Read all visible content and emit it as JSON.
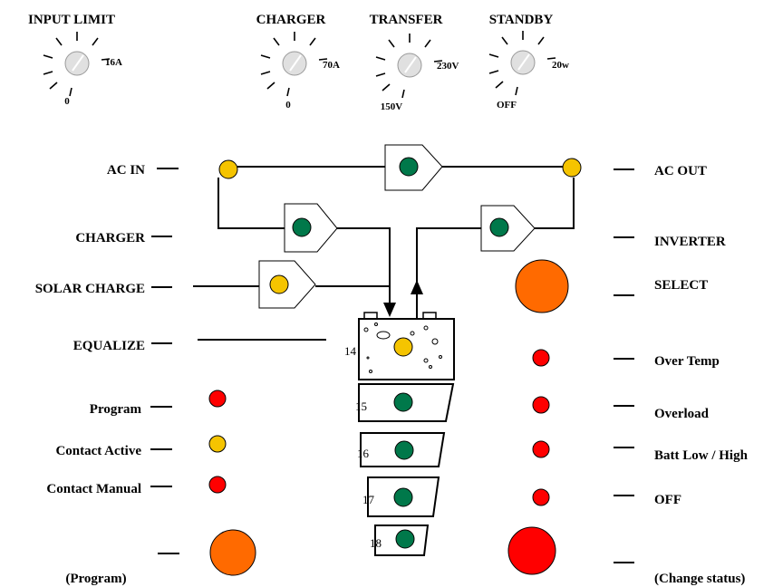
{
  "colors": {
    "green": "#00784a",
    "yellow": "#f5c400",
    "red": "#ff0000",
    "orange": "#ff6a00",
    "knob": "#e0e0e0"
  },
  "knobs": [
    {
      "title": "INPUT LIMIT",
      "max": "16A",
      "min": "0",
      "level": 0.6
    },
    {
      "title": "CHARGER",
      "max": "70A",
      "min": "0",
      "level": 0.6
    },
    {
      "title": "TRANSFER",
      "max": "230V",
      "min": "150V",
      "level": 0.6
    },
    {
      "title": "STANDBY",
      "max": "20w",
      "min": "OFF",
      "level": 0.6
    }
  ],
  "left_labels": {
    "ac_in": "AC IN",
    "charger": "CHARGER",
    "solar_charge": "SOLAR CHARGE",
    "equalize": "EQUALIZE",
    "program": "Program",
    "contact_active": "Contact Active",
    "contact_manual": "Contact Manual",
    "program_button": "(Program)"
  },
  "right_labels": {
    "ac_out": "AC OUT",
    "inverter": "INVERTER",
    "select": "SELECT",
    "over_temp": "Over Temp",
    "overload": "Overload",
    "batt_low_high": "Batt Low / High",
    "off": "OFF",
    "change_status": "(Change status)"
  },
  "battery_levels": [
    "14",
    "15",
    "16",
    "17",
    "18"
  ],
  "indicators": {
    "ac_in": "yellow",
    "ac_out": "yellow",
    "transfer": "green",
    "charger": "green",
    "inverter": "green",
    "solar": "yellow",
    "battery_14": "yellow",
    "battery_15": "green",
    "battery_16": "green",
    "battery_17": "green",
    "battery_18": "green",
    "program": "red",
    "contact_active": "yellow",
    "contact_manual": "red",
    "over_temp": "red",
    "overload": "red",
    "batt_low_high": "red",
    "off": "red"
  }
}
